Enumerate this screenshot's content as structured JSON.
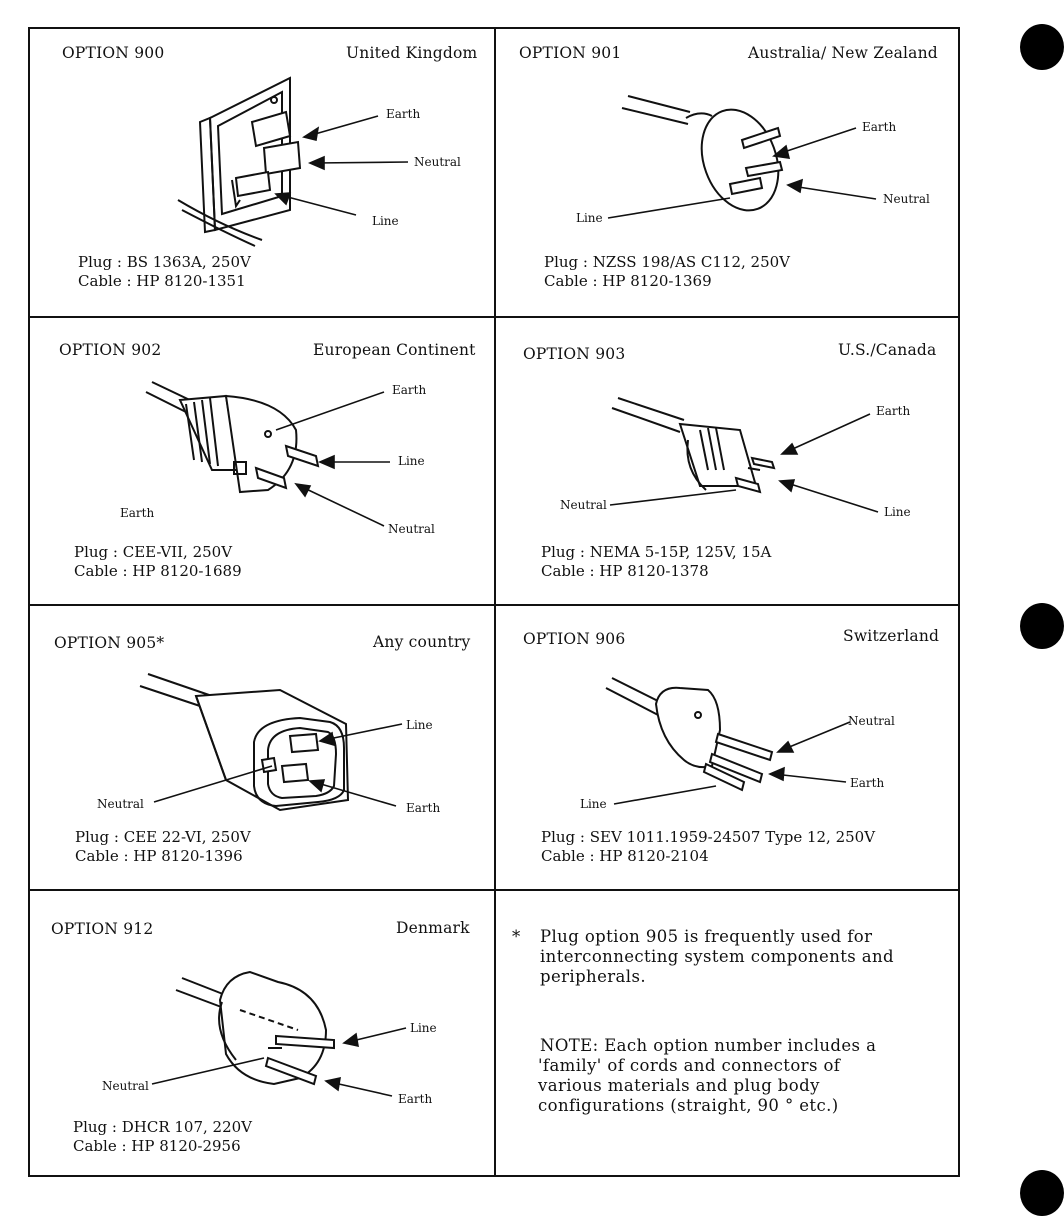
{
  "cells": [
    {
      "option": "OPTION 900",
      "country": "United Kingdom",
      "labels": [
        "Earth",
        "Neutral",
        "Line"
      ],
      "plug": "Plug : BS 1363A, 250V",
      "cable": "Cable : HP 8120-1351"
    },
    {
      "option": "OPTION 901",
      "country": "Australia/ New Zealand",
      "labels": [
        "Earth",
        "Neutral",
        "Line"
      ],
      "plug": "Plug : NZSS 198/AS C112, 250V",
      "cable": "Cable : HP 8120-1369"
    },
    {
      "option": "OPTION 902",
      "country": "European Continent",
      "labels": [
        "Earth",
        "Line",
        "Neutral",
        "Earth"
      ],
      "plug": "Plug : CEE-VII, 250V",
      "cable": "Cable : HP 8120-1689"
    },
    {
      "option": "OPTION 903",
      "country": "U.S./Canada",
      "labels": [
        "Earth",
        "Neutral",
        "Line"
      ],
      "plug": "Plug : NEMA 5-15P, 125V, 15A",
      "cable": "Cable : HP 8120-1378"
    },
    {
      "option": "OPTION 905*",
      "country": "Any country",
      "labels": [
        "Line",
        "Neutral",
        "Earth"
      ],
      "plug": "Plug : CEE 22-VI, 250V",
      "cable": "Cable : HP 8120-1396"
    },
    {
      "option": "OPTION 906",
      "country": "Switzerland",
      "labels": [
        "Neutral",
        "Earth",
        "Line"
      ],
      "plug": "Plug : SEV 1011.1959-24507 Type 12, 250V",
      "cable": "Cable : HP 8120-2104"
    },
    {
      "option": "OPTION 912",
      "country": "Denmark",
      "labels": [
        "Line",
        "Neutral",
        "Earth"
      ],
      "plug": "Plug : DHCR 107, 220V",
      "cable": "Cable : HP 8120-2956"
    }
  ],
  "footnote": {
    "star": "*",
    "lines": [
      "Plug option 905 is frequently used for",
      "interconnecting system components and",
      "peripherals."
    ]
  },
  "note": {
    "lines": [
      "NOTE: Each option number includes a",
      "'family' of cords and connectors of",
      "various materials and plug body",
      "configurations (straight, 90 ° etc.)"
    ]
  }
}
